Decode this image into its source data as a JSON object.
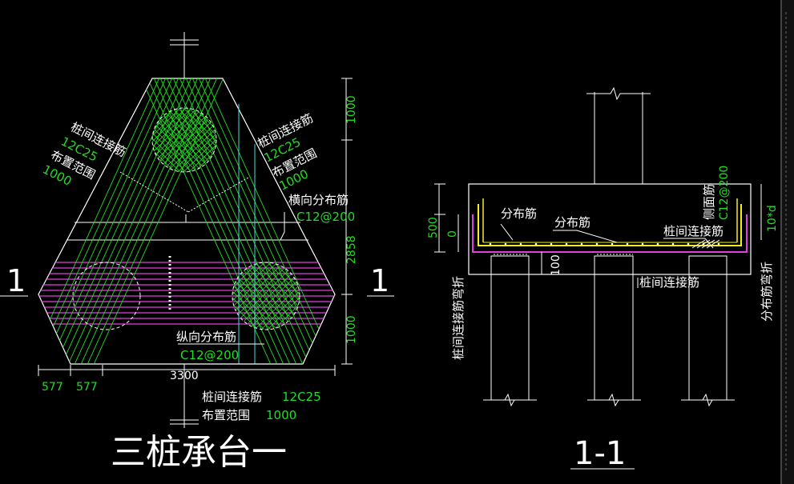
{
  "colors": {
    "white": "#ffffff",
    "green": "#22dd22",
    "magenta": "#e040e0",
    "yellow": "#f0f020",
    "cyan": "#40e0e0",
    "bg": "#000000"
  },
  "plan": {
    "title": "三桩承台一",
    "section_mark_left": "1",
    "section_mark_right": "1",
    "left_label_1": "桩间连接筋",
    "left_label_1_spec": "12C25",
    "left_label_2": "布置范围",
    "left_label_2_spec": "1000",
    "right_label_1": "桩间连接筋",
    "right_label_1_spec": "12C25",
    "right_label_2": "布置范围",
    "right_label_2_spec": "1000",
    "horiz_dist_label": "横向分布筋",
    "horiz_dist_spec": "C12@200",
    "vert_dist_label": "纵向分布筋",
    "vert_dist_spec": "C12@200",
    "bottom_label_1": "桩间连接筋",
    "bottom_label_1_spec": "12C25",
    "bottom_label_2": "布置范围",
    "bottom_label_2_spec": "1000",
    "dim_top": "1000",
    "dim_mid": "2858",
    "dim_bottom": "1000",
    "dim_width": "3300",
    "dim_left_1": "577",
    "dim_left_2": "577"
  },
  "section": {
    "title": "1-1",
    "label_dist_1": "分布筋",
    "label_dist_2": "分布筋",
    "label_pile_conn_1": "桩间连接筋",
    "label_pile_conn_2": "桩间连接筋",
    "label_side_bar": "侧面筋",
    "label_side_spec": "C12@200",
    "label_bend_left": "桩间连接筋弯折",
    "label_bend_right": "分布筋弯折",
    "label_10d": "10*d",
    "dim_500": "500",
    "dim_0": "0",
    "dim_100": "100"
  }
}
